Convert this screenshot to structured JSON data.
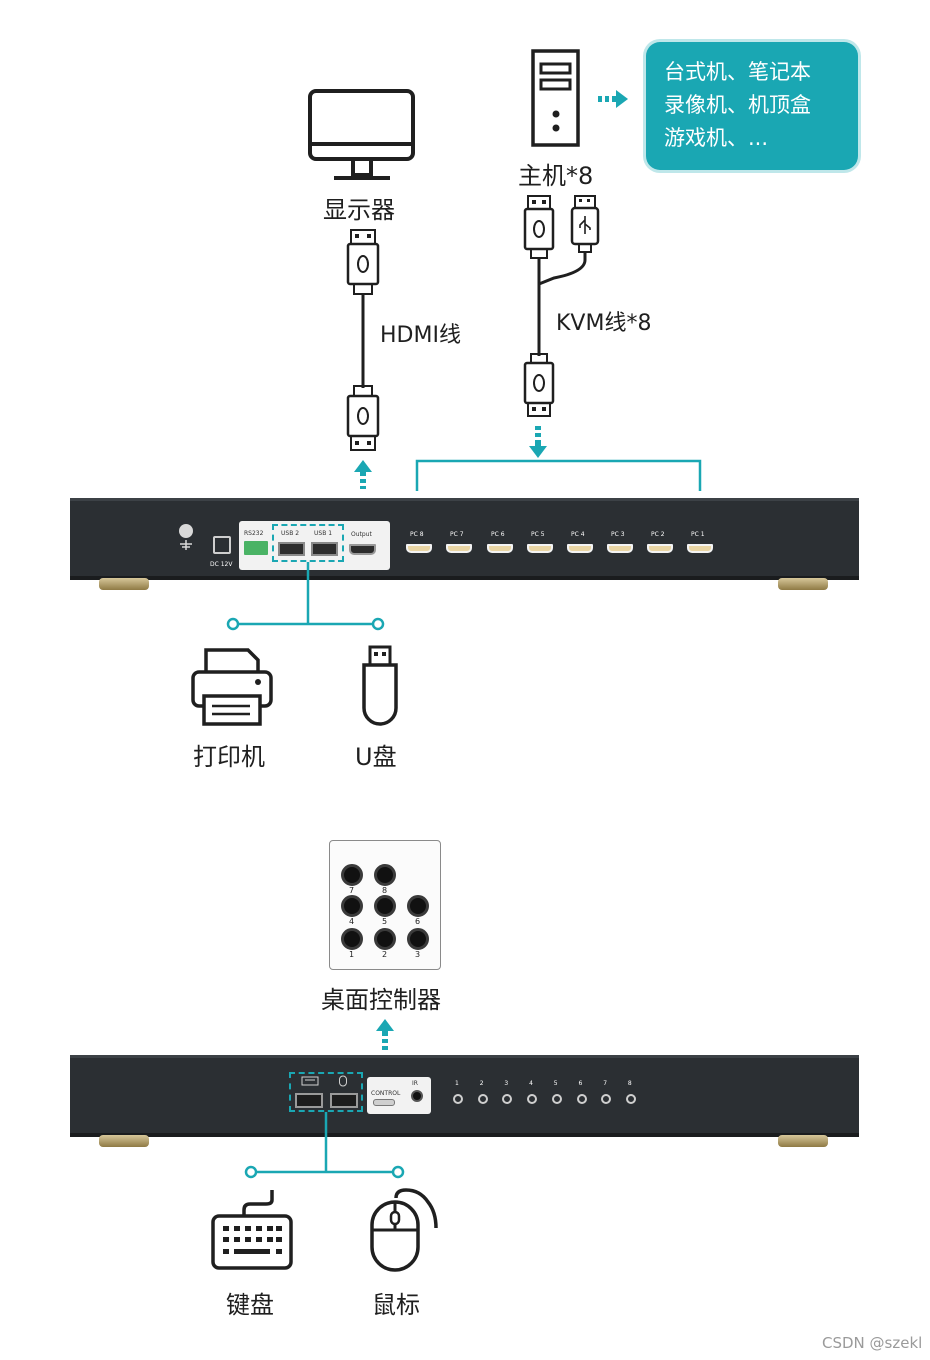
{
  "labels": {
    "monitor": "显示器",
    "host": "主机*8",
    "callout_lines": [
      "台式机、笔记本",
      "录像机、机顶盒",
      "游戏机、..."
    ],
    "hdmi_cable": "HDMI线",
    "kvm_cable": "KVM线*8",
    "printer": "打印机",
    "usb_drive": "U盘",
    "desktop_controller": "桌面控制器",
    "keyboard": "键盘",
    "mouse": "鼠标"
  },
  "front_device": {
    "rs232": "RS232",
    "dc": "DC 12V",
    "usb_ports": [
      "USB 2",
      "USB 1"
    ],
    "output": "Output",
    "pc_ports": [
      "PC 8",
      "PC 7",
      "PC 6",
      "PC 5",
      "PC 4",
      "PC 3",
      "PC 2",
      "PC 1"
    ]
  },
  "back_device": {
    "control": "CONTROL",
    "ir": "IR",
    "channel_numbers": [
      "1",
      "2",
      "3",
      "4",
      "5",
      "6",
      "7",
      "8"
    ]
  },
  "controller_keys": {
    "row1": [
      "7",
      "8"
    ],
    "row2": [
      "4",
      "5",
      "6"
    ],
    "row3": [
      "1",
      "2",
      "3"
    ]
  },
  "watermark": "CSDN @szekl",
  "colors": {
    "accent": "#1aa7b3",
    "device_body": "#2b2f33",
    "icon_stroke": "#1f1f1f"
  }
}
